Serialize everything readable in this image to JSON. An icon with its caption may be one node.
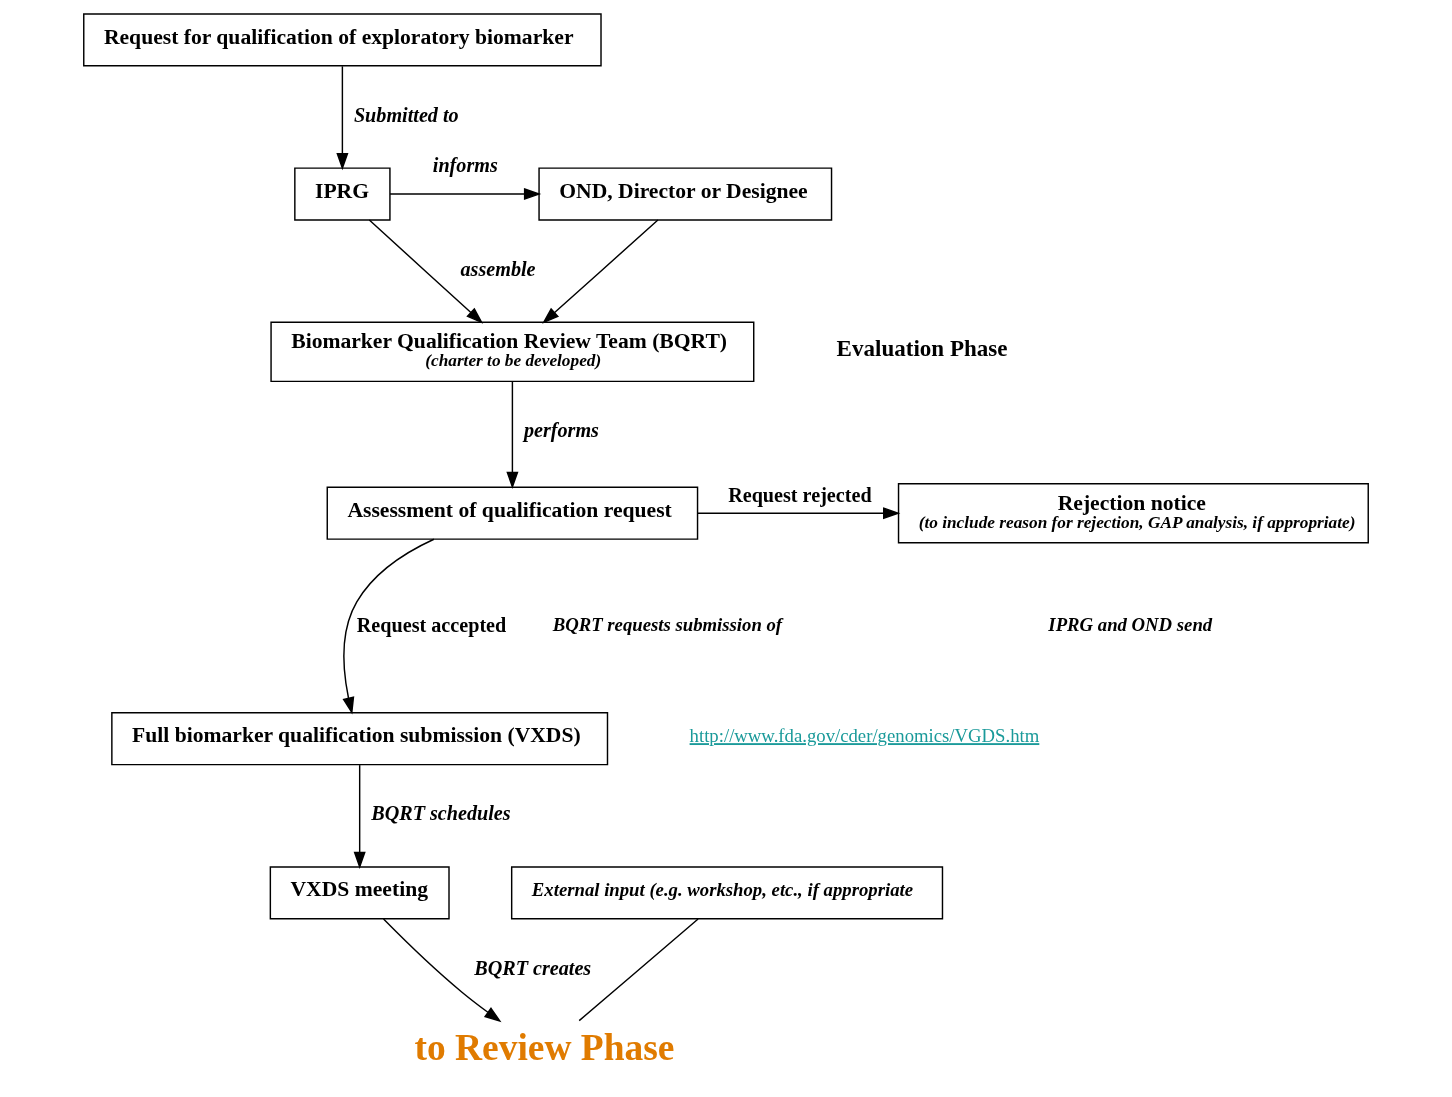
{
  "diagram": {
    "nodes": [
      {
        "text": [
          "Request for qualification of exploratory biomarker"
        ]
      },
      {
        "text": [
          "IPRG"
        ]
      },
      {
        "text": [
          "OND, Director or Designee"
        ]
      },
      {
        "text": [
          "Biomarker Qualification Review Team (BQRT)",
          "(charter to be developed)"
        ]
      },
      {
        "text": [
          "Assessment of qualification request"
        ]
      },
      {
        "text": [
          "Rejection notice",
          "(to include reason for rejection, GAP analysis, if appropriate)"
        ]
      },
      {
        "text": [
          "Full biomarker qualification submission (VXDS)"
        ]
      },
      {
        "text": [
          "VXDS meeting"
        ]
      },
      {
        "text": [
          "External input (e.g. workshop, etc., if appropriate"
        ]
      },
      {
        "text": [
          "to Review Phase"
        ]
      }
    ],
    "edges": [
      {
        "from": 0,
        "to": 1,
        "arrow": "to",
        "label": "Submitted to"
      },
      {
        "from": 1,
        "to": 2,
        "arrow": "to",
        "label": "informs"
      },
      {
        "from": 1,
        "to": 3,
        "arrow": "to",
        "label": "assemble"
      },
      {
        "from": 2,
        "to": 3,
        "arrow": "to"
      },
      {
        "from": 3,
        "to": 4,
        "arrow": "to",
        "label": "performs"
      },
      {
        "from": 4,
        "to": 5,
        "arrow": "to",
        "label": "Request rejected"
      },
      {
        "from": 4,
        "to": 6,
        "arrow": "to",
        "label": "Request accepted"
      },
      {
        "from": 6,
        "to": 7,
        "arrow": "to",
        "label": "BQRT schedules"
      },
      {
        "from": 7,
        "to": 9,
        "arrow": "to",
        "label": "BQRT creates"
      },
      {
        "from": 8,
        "to": 9,
        "arrow": "none"
      }
    ],
    "labels": [
      "Evaluation Phase",
      "IPRG and OND send",
      "BQRT requests submission of",
      "http://www.fda.gov/cder/genomics/VGDS.htm"
    ]
  }
}
